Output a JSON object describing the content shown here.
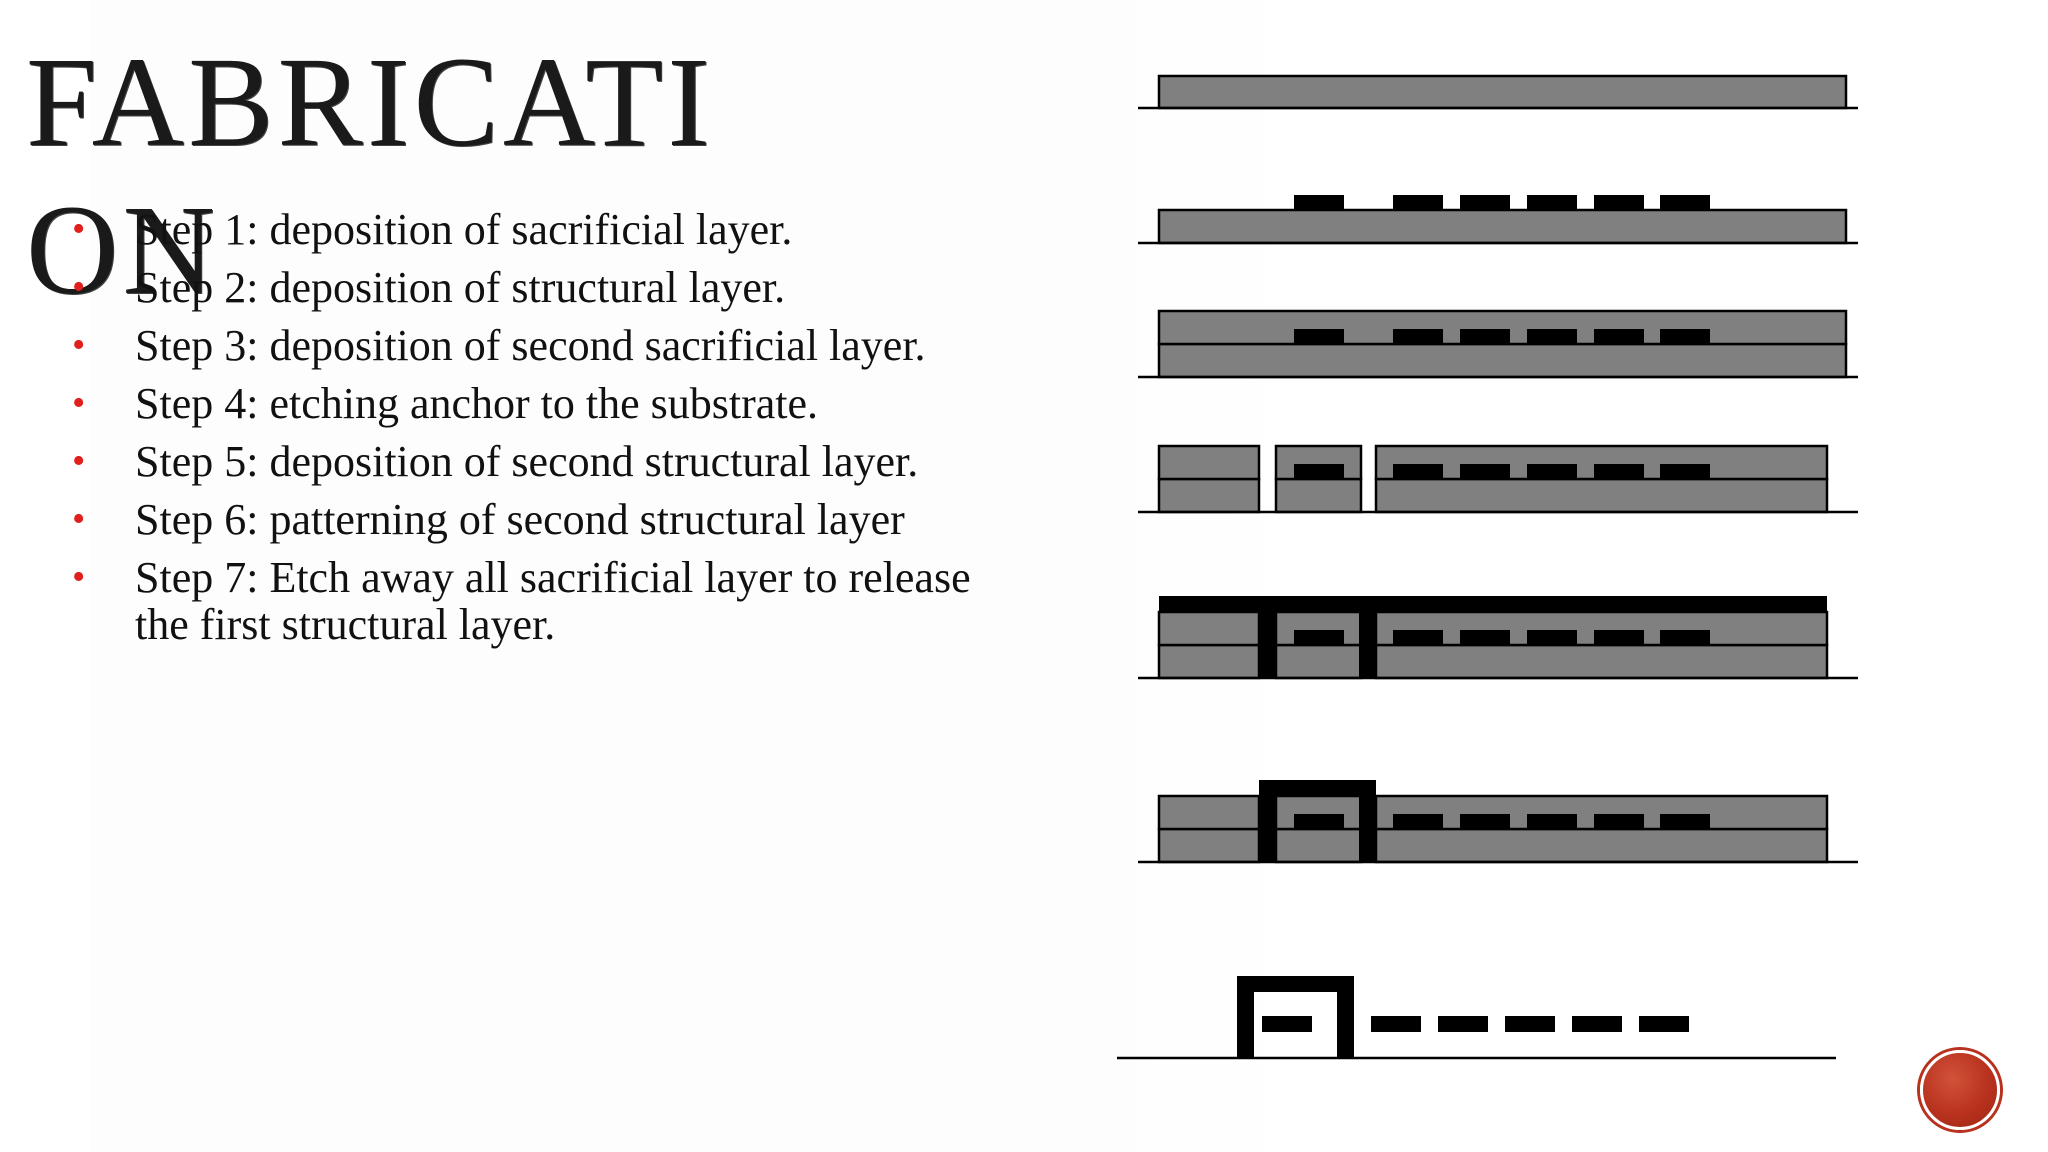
{
  "slide": {
    "title": "FABRICATION",
    "steps": [
      "Step 1: deposition of sacrificial layer.",
      "Step 2: deposition of structural layer.",
      "Step 3: deposition of second sacrificial layer.",
      "Step 4: etching anchor to the substrate.",
      "Step 5: deposition of second structural layer.",
      "Step 6: patterning of second structural layer",
      "Step 7: Etch away all sacrificial layer to release the first structural layer."
    ],
    "bullet_char": "•",
    "colors": {
      "bullet": "#e0201c",
      "layer_fill": "#808080",
      "structural": "#000000",
      "text": "#111111"
    },
    "logo_icon": "red-circle-logo"
  }
}
